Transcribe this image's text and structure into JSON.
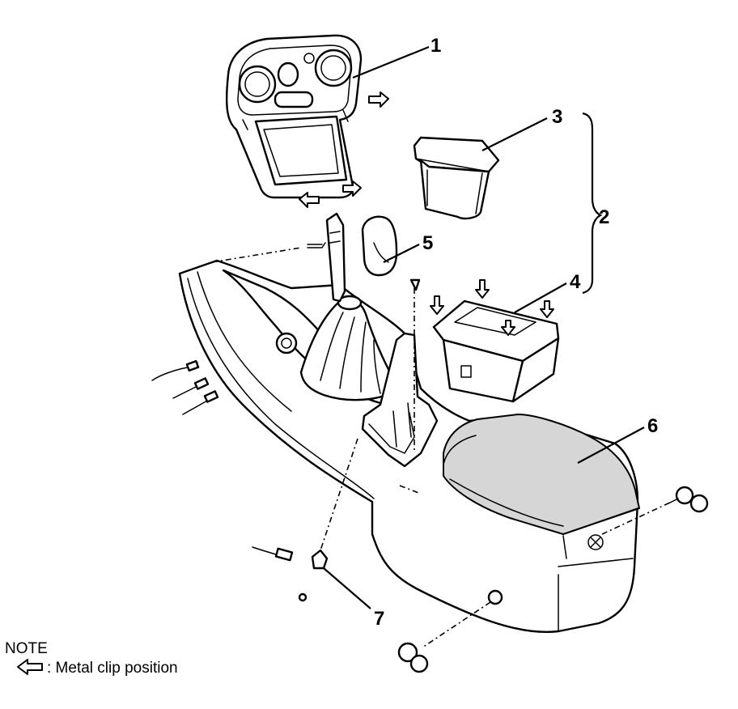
{
  "callouts": [
    {
      "id": "1",
      "label": "1"
    },
    {
      "id": "2",
      "label": "2"
    },
    {
      "id": "3",
      "label": "3"
    },
    {
      "id": "4",
      "label": "4"
    },
    {
      "id": "5",
      "label": "5"
    },
    {
      "id": "6",
      "label": "6"
    },
    {
      "id": "7",
      "label": "7"
    }
  ],
  "note": {
    "heading": "NOTE",
    "legend_symbol": "metal-clip-arrow-icon",
    "legend_text": ": Metal clip position"
  }
}
